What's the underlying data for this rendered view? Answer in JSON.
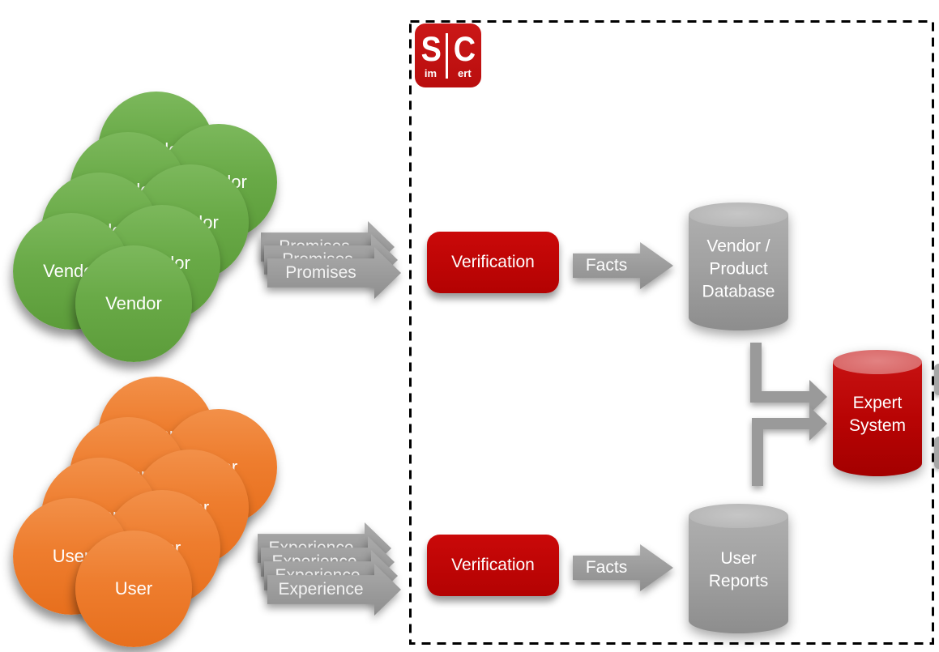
{
  "logo": {
    "s": "S",
    "im": "im",
    "c": "C",
    "ert": "ert",
    "bg_color": "#c21414"
  },
  "clusters": [
    {
      "id": "vendor",
      "label": "Vendor",
      "count": 8,
      "color": "#69aa47"
    },
    {
      "id": "user",
      "label": "User",
      "count": 8,
      "color": "#ee7d2e"
    }
  ],
  "arrow_stacks": [
    {
      "id": "promises",
      "label": "Promises",
      "count": 3
    },
    {
      "id": "experience",
      "label": "Experience",
      "count": 4
    }
  ],
  "verification": {
    "top": "Verification",
    "bottom": "Verification"
  },
  "facts": {
    "top": "Facts",
    "bottom": "Facts"
  },
  "cylinders": {
    "vendor_db": {
      "lines": [
        "Vendor /",
        "Product",
        "Database"
      ],
      "color": "#a1a1a1"
    },
    "user_reports": {
      "lines": [
        "User",
        "Reports"
      ],
      "color": "#a1a1a1"
    },
    "expert_system": {
      "lines": [
        "Expert",
        "System"
      ],
      "color": "#b80404"
    }
  },
  "colors": {
    "accent_red": "#c00606",
    "arrow_gray": "#9a9a9a",
    "boundary_black": "#000000"
  }
}
